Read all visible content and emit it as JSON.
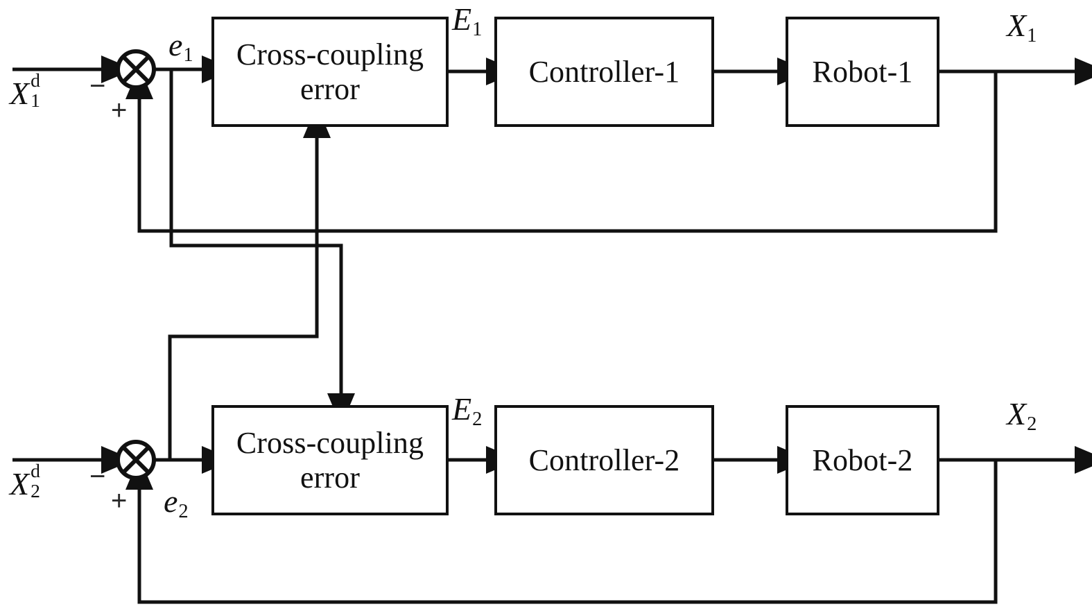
{
  "diagram": {
    "title": "Cross-coupling control block diagram for two robots",
    "type": "block-diagram",
    "line_color": "#111111",
    "background_color": "#ffffff"
  },
  "channels": [
    {
      "id": "channel-1",
      "reference_label": {
        "base": "X",
        "superscript": "d",
        "subscript": "1"
      },
      "error_label": {
        "base": "e",
        "subscript": "1"
      },
      "coupled_error_label": {
        "base": "E",
        "subscript": "1"
      },
      "output_label": {
        "base": "X",
        "subscript": "1"
      },
      "summing_junction": {
        "symbol": "crossed-circle",
        "minus_sign": "−",
        "plus_sign": "+"
      },
      "blocks": [
        {
          "name": "cross-coupling-error-1",
          "label": "Cross-coupling\nerror"
        },
        {
          "name": "controller-1",
          "label": "Controller-1"
        },
        {
          "name": "robot-1",
          "label": "Robot-1"
        }
      ]
    },
    {
      "id": "channel-2",
      "reference_label": {
        "base": "X",
        "superscript": "d",
        "subscript": "2"
      },
      "error_label": {
        "base": "e",
        "subscript": "2"
      },
      "coupled_error_label": {
        "base": "E",
        "subscript": "2"
      },
      "output_label": {
        "base": "X",
        "subscript": "2"
      },
      "summing_junction": {
        "symbol": "crossed-circle",
        "minus_sign": "−",
        "plus_sign": "+"
      },
      "blocks": [
        {
          "name": "cross-coupling-error-2",
          "label": "Cross-coupling\nerror"
        },
        {
          "name": "controller-2",
          "label": "Controller-2"
        },
        {
          "name": "robot-2",
          "label": "Robot-2"
        }
      ]
    }
  ],
  "cross_links": [
    {
      "name": "e1-to-cross-coupling-2",
      "from": "e1",
      "to": "cross-coupling-error-2",
      "direction": "down"
    },
    {
      "name": "e2-to-cross-coupling-1",
      "from": "e2",
      "to": "cross-coupling-error-1",
      "direction": "up"
    }
  ],
  "feedback_links": [
    {
      "name": "x1-feedback",
      "from": "X1",
      "to": "summing-junction-1",
      "sign": "+"
    },
    {
      "name": "x2-feedback",
      "from": "X2",
      "to": "summing-junction-2",
      "sign": "+"
    }
  ]
}
